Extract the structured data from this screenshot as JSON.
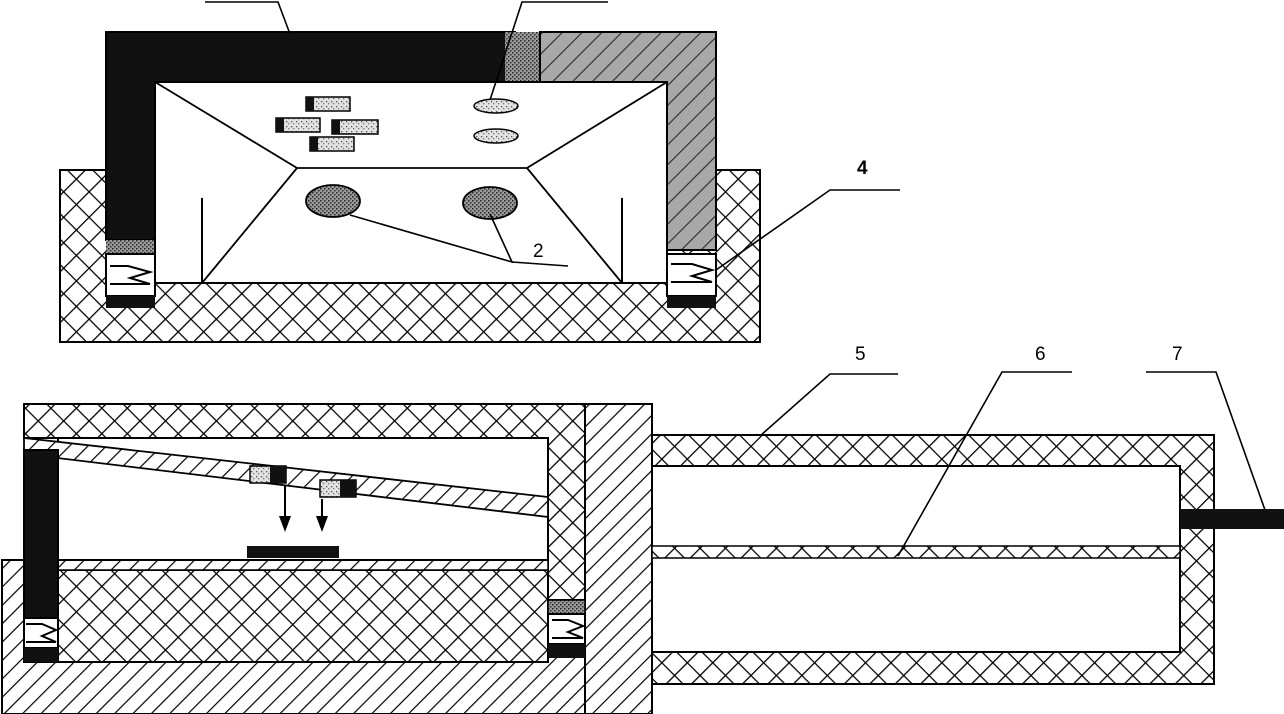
{
  "labels": {
    "label_2": "2",
    "label_4": "4",
    "label_5": "5",
    "label_6": "6",
    "label_7": "7"
  },
  "colors": {
    "ink": "#000000",
    "background": "#ffffff",
    "dark_part": "#111111",
    "grey_part": "#9a9a9a",
    "speckle": "#777777"
  }
}
